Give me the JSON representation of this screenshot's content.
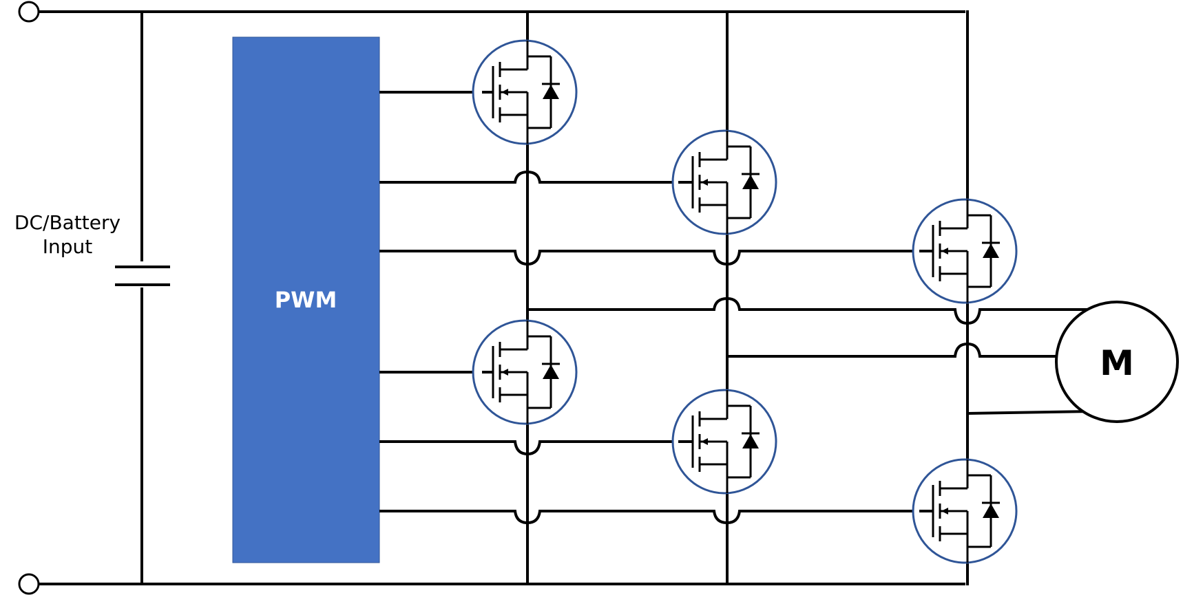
{
  "labels": {
    "input_line1": "DC/Battery",
    "input_line2": "Input",
    "pwm": "PWM",
    "motor": "M"
  },
  "colors": {
    "pwm_block": "#4472C4",
    "mosfet_ring": "#2F5597",
    "wire": "#000000",
    "background": "#FFFFFF"
  },
  "components": {
    "capacitor": "dc-bus-capacitor",
    "mosfets": [
      "q1-high-a",
      "q2-high-b",
      "q3-high-c",
      "q4-low-a",
      "q5-low-b",
      "q6-low-c"
    ],
    "motor": "three-phase-motor"
  }
}
